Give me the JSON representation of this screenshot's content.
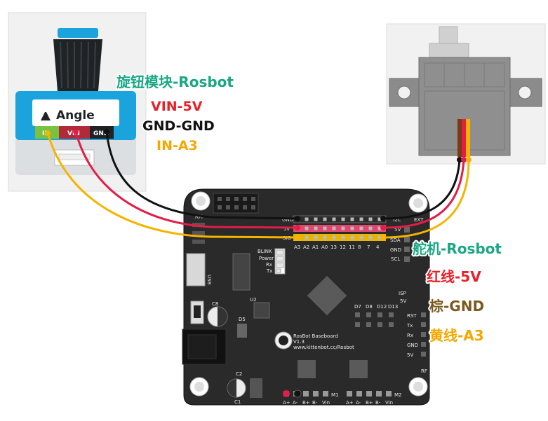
{
  "colors": {
    "teal": "#19a784",
    "red": "#e8202a",
    "black": "#111111",
    "orange": "#f5a800",
    "brown": "#7a5a1e",
    "wire_red": "#e11d48",
    "wire_yellow": "#f6b400",
    "wire_black": "#111111",
    "board": "#2a2a2a",
    "knob_blue": "#1aa3dd"
  },
  "knob_module": {
    "name": "Angle",
    "pin_in": "IN",
    "pin_vin": "VIN",
    "pin_gnd": "GND"
  },
  "knob_labels": {
    "title": "旋钮模块-Rosbot",
    "vin": "VIN-5V",
    "gnd": "GND-GND",
    "in": "IN-A3"
  },
  "servo_labels": {
    "title": "舵机-Rosbot",
    "red": "红线-5V",
    "brown": "棕-GND",
    "yellow": "黄线-A3"
  },
  "board": {
    "header_row_labels": [
      "A3",
      "A2",
      "A1",
      "A0",
      "13",
      "12",
      "11",
      "8",
      "7",
      "4"
    ],
    "left_rail": [
      "GND",
      "5v",
      "SIG"
    ],
    "rpi": "RPi",
    "i2c": "I2C",
    "ext": "EXT",
    "ext_pins": [
      "5V",
      "SDA",
      "GND",
      "SCL"
    ],
    "leds": [
      "BLINK",
      "Power",
      "Rx",
      "Tx"
    ],
    "usb": "USB",
    "c8": "C8",
    "u2": "U2",
    "d5": "D5",
    "c2": "C2",
    "c1": "C1",
    "isp": "ISP",
    "isp_5v": "5V",
    "d_pins": [
      "D7",
      "D8",
      "D12",
      "D13"
    ],
    "right_pins": [
      "RST",
      "Tx",
      "Rx",
      "GND",
      "5V"
    ],
    "rf": "RF",
    "name_lines": [
      "RosBot Baseboard",
      "V1.3",
      "www.kittenbot.cc/Rosbot"
    ],
    "m1": "M1",
    "m2": "M2",
    "motor_pins": [
      "A+",
      "A-",
      "B+",
      "B-",
      "Vin"
    ]
  }
}
